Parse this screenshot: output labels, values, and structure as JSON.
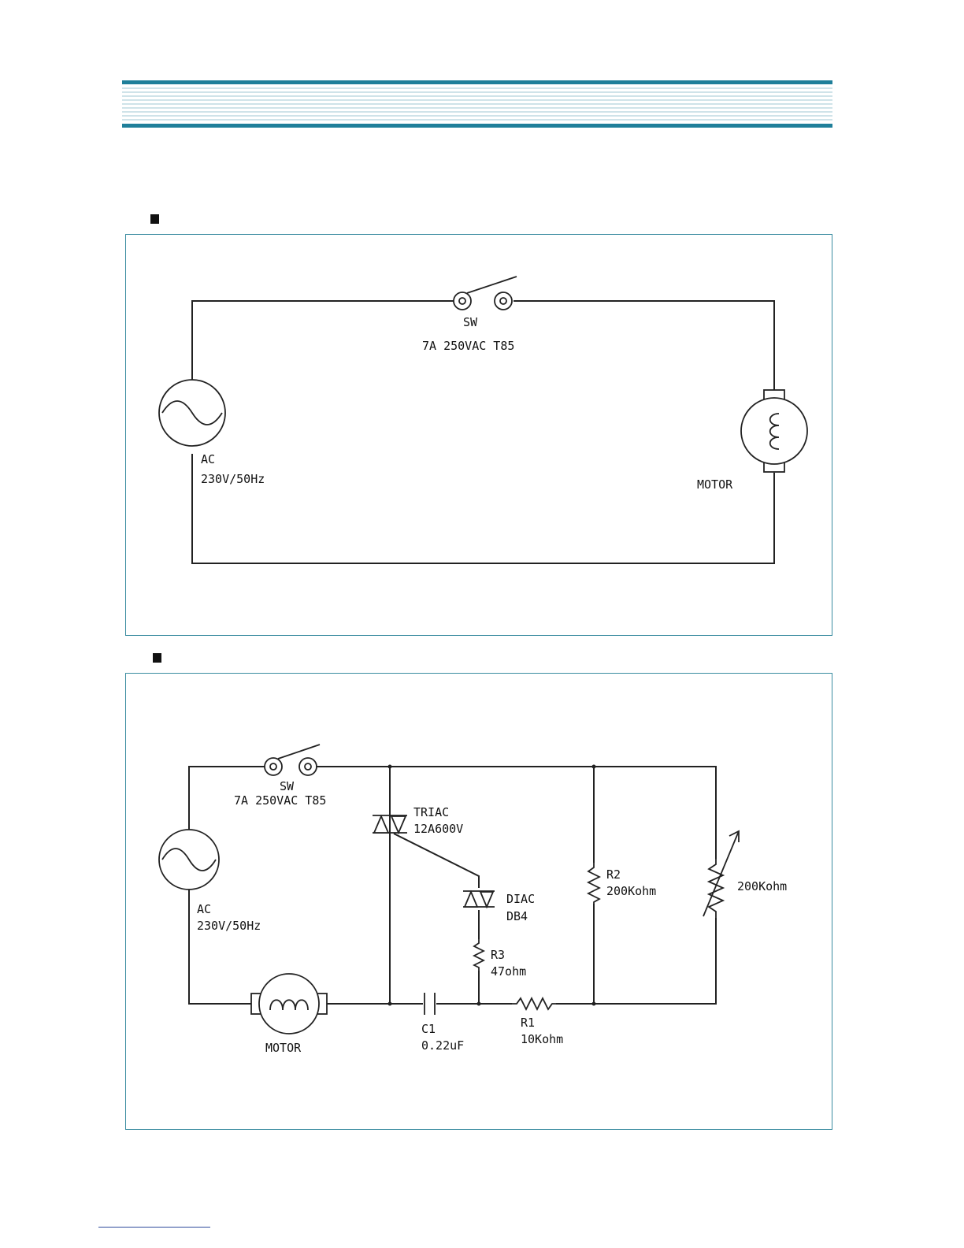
{
  "circuit1": {
    "switch": {
      "name": "SW",
      "rating": "7A 250VAC T85"
    },
    "source": {
      "name": "AC",
      "rating": "230V/50Hz"
    },
    "motor": {
      "name": "MOTOR"
    }
  },
  "circuit2": {
    "switch": {
      "name": "SW",
      "rating": "7A 250VAC T85"
    },
    "source": {
      "name": "AC",
      "rating": "230V/50Hz"
    },
    "motor": {
      "name": "MOTOR"
    },
    "triac": {
      "name": "TRIAC",
      "rating": "12A600V"
    },
    "diac": {
      "name": "DIAC",
      "rating": "DB4"
    },
    "r2": {
      "name": "R2",
      "value": "200Kohm"
    },
    "vr": {
      "value": "200Kohm"
    },
    "r3": {
      "name": "R3",
      "value": "47ohm"
    },
    "c1": {
      "name": "C1",
      "value": "0.22uF"
    },
    "r1": {
      "name": "R1",
      "value": "10Kohm"
    }
  },
  "colors": {
    "header": "#1f7f9a",
    "panel_border": "#3a8ca0",
    "footer_line": "#2e4a9a"
  }
}
